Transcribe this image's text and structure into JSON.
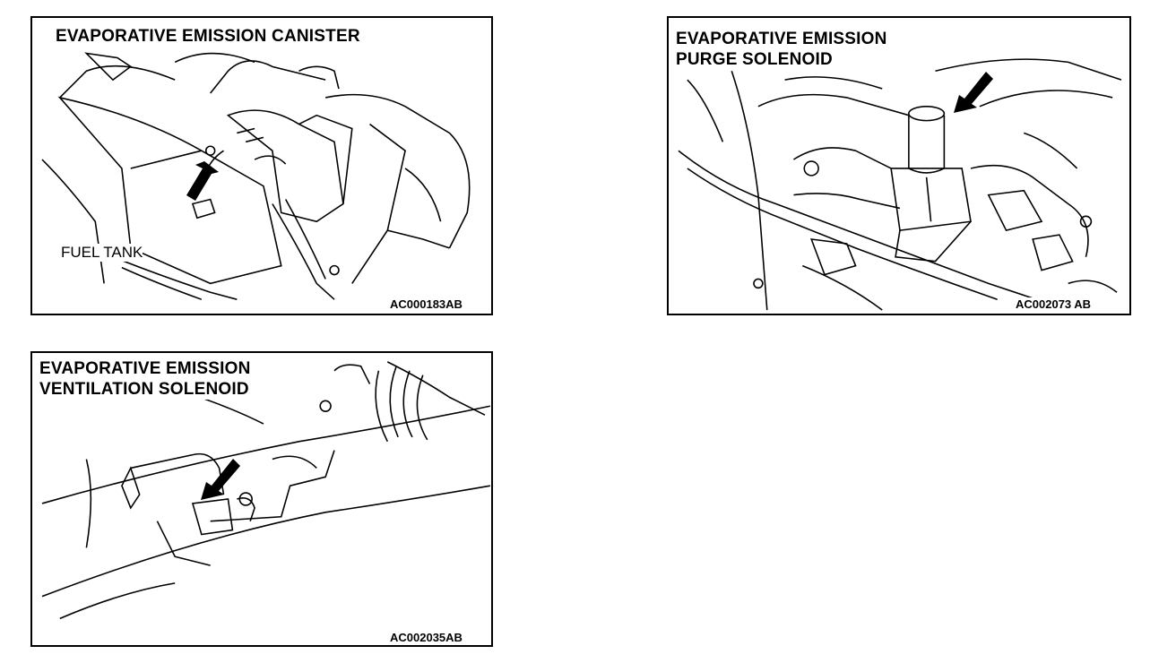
{
  "panels": [
    {
      "title_lines": [
        "EVAPORATIVE EMISSION CANISTER"
      ],
      "code": "AC000183AB",
      "label": "FUEL TANK",
      "arrow_icon": "arrow-pointer-icon"
    },
    {
      "title_lines": [
        "EVAPORATIVE EMISSION",
        "PURGE SOLENOID"
      ],
      "code": "AC002073 AB",
      "arrow_icon": "arrow-pointer-icon"
    },
    {
      "title_lines": [
        "EVAPORATIVE EMISSION",
        "VENTILATION SOLENOID"
      ],
      "code": "AC002035AB",
      "arrow_icon": "arrow-pointer-icon"
    }
  ],
  "colors": {
    "line": "#000000",
    "background": "#ffffff"
  }
}
